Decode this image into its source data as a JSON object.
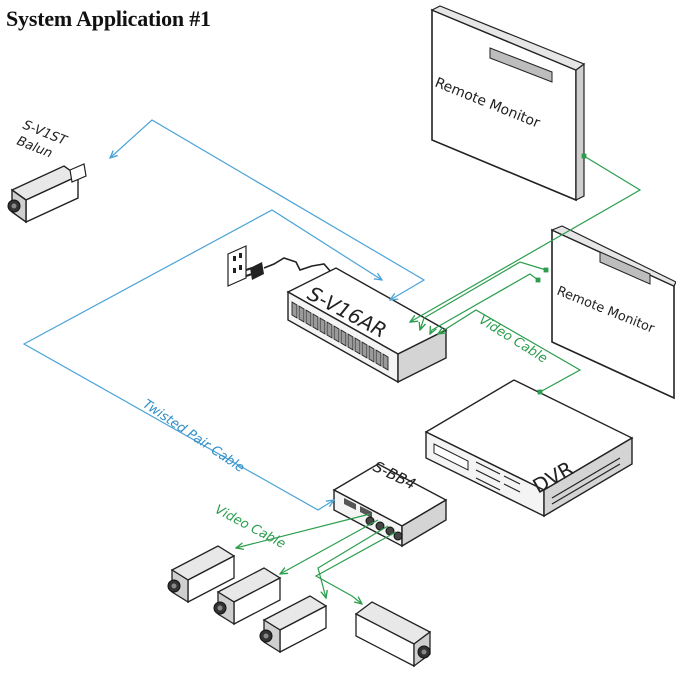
{
  "title": "System Application #1",
  "colors": {
    "twisted_pair": "#4aa3d8",
    "video": "#2b9d4d",
    "device_outline": "#222222",
    "device_shade": "#bdbdbd"
  },
  "labels": {
    "remote_monitor_1": "Remote Monitor",
    "remote_monitor_2": "Remote Monitor",
    "balun_line1": "S-V1ST",
    "balun_line2": "Balun",
    "receiver": "S-V16AR",
    "dvr": "DVR",
    "bb4": "S-BB4",
    "twisted_pair_cable": "Twisted Pair Cable",
    "video_cable_upper": "Video Cable",
    "video_cable_lower": "Video Cable"
  },
  "icons": [
    "power-outlet-icon",
    "power-plug-icon",
    "camera-icon"
  ]
}
